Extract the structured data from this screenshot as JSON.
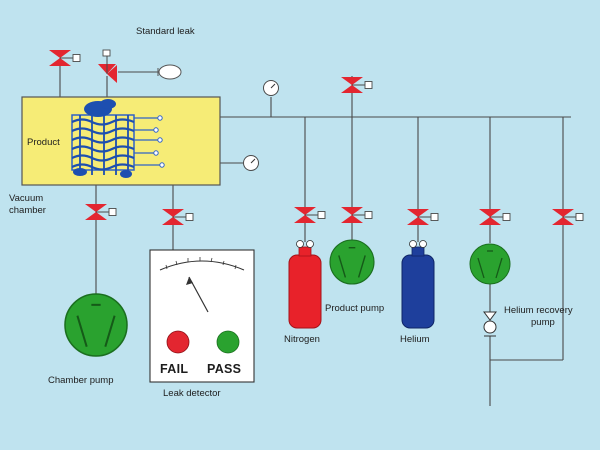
{
  "colors": {
    "background": "#bfe3ef",
    "chamber": "#f6ec76",
    "valve": "#e32630",
    "pump": "#2aa22f",
    "nitrogen": "#e8222a",
    "helium": "#1e3f9c",
    "coil": "#2f62c8",
    "line": "#4a4a4a"
  },
  "labels": {
    "standard_leak": "Standard leak",
    "product": "Product",
    "vacuum_chamber_1": "Vacuum",
    "vacuum_chamber_2": "chamber",
    "chamber_pump": "Chamber pump",
    "leak_detector": "Leak detector",
    "fail": "FAIL",
    "pass": "PASS",
    "nitrogen": "Nitrogen",
    "product_pump": "Product pump",
    "helium": "Helium",
    "helium_recovery_pump_1": "Helium recovery",
    "helium_recovery_pump_2": "pump"
  },
  "icons": [
    "valve-icon",
    "gauge-icon",
    "pump-icon",
    "gas-cylinder-icon",
    "check-valve-icon",
    "leak-bulb-icon"
  ]
}
